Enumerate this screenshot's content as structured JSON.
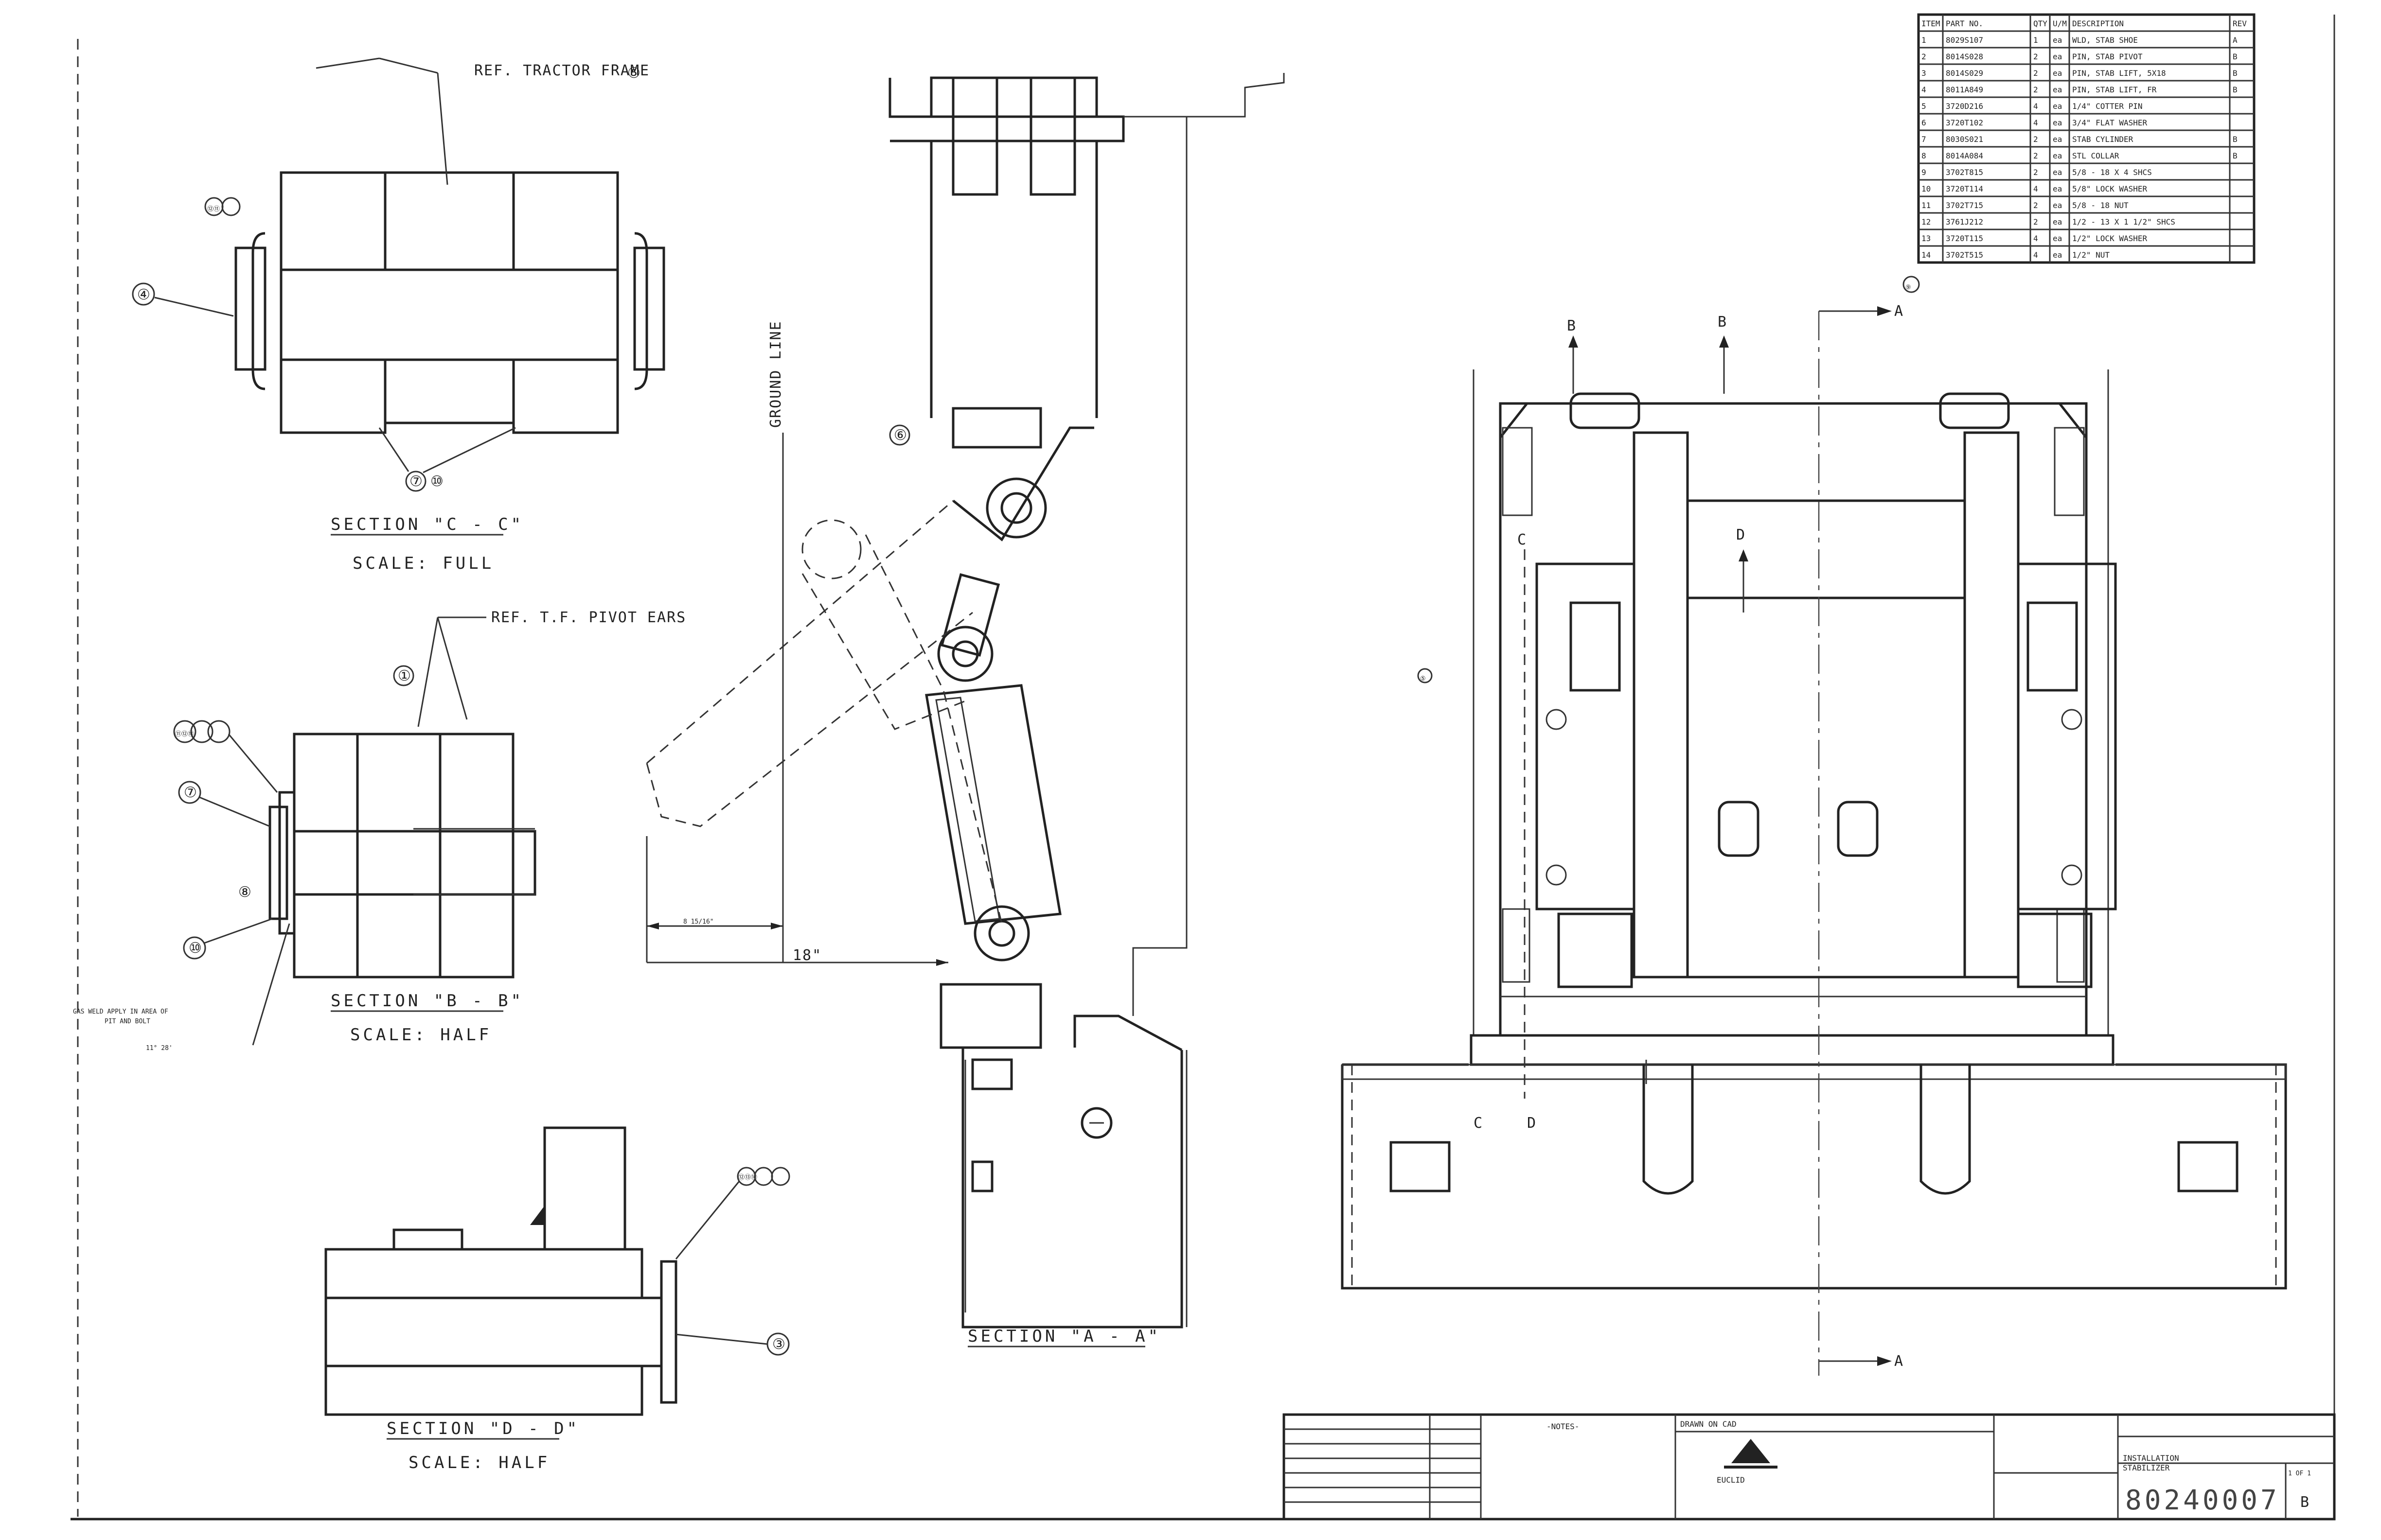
{
  "sections": {
    "c": {
      "title": "SECTION \"C - C\"",
      "scale": "SCALE: FULL",
      "ref": "REF. TRACTOR FRAME",
      "callouts": [
        "⑫⑪",
        "④",
        "⑦",
        "⑩",
        "⑤"
      ]
    },
    "b": {
      "title": "SECTION \"B - B\"",
      "scale": "SCALE: HALF",
      "ref": "REF. T.F. PIVOT EARS",
      "callouts": [
        "⑪⑫⑬",
        "⑦",
        "⑧",
        "⑩",
        "①"
      ],
      "note_1": "GAS WELD APPLY IN AREA OF",
      "note_2": "PIT AND BOLT",
      "dim": "11° 28'"
    },
    "d": {
      "title": "SECTION \"D - D\"",
      "scale": "SCALE: HALF",
      "callouts": [
        "⑫⑬⑭",
        "③"
      ]
    },
    "a": {
      "title": "SECTION \"A - A\"",
      "ground_line": "GROUND LINE",
      "dim_1": "8 15/16\"",
      "dim_2": "18\"",
      "callout": "⑥"
    }
  },
  "plan_view": {
    "markers": [
      "B",
      "B",
      "A",
      "A",
      "C",
      "C",
      "D",
      "D"
    ],
    "callouts": [
      "⑤",
      "⑨"
    ]
  },
  "parts_list": {
    "headers": [
      "ITEM",
      "PART NO.",
      "QTY",
      "U/M",
      "DESCRIPTION",
      "REV"
    ],
    "rows": [
      [
        "1",
        "8029S107",
        "1",
        "ea",
        "WLD, STAB SHOE",
        "A"
      ],
      [
        "2",
        "8014S028",
        "2",
        "ea",
        "PIN, STAB PIVOT",
        "B"
      ],
      [
        "3",
        "8014S029",
        "2",
        "ea",
        "PIN, STAB LIFT, 5X18",
        "B"
      ],
      [
        "4",
        "8011A849",
        "2",
        "ea",
        "PIN, STAB LIFT, FR",
        "B"
      ],
      [
        "5",
        "3720D216",
        "4",
        "ea",
        "1/4\" COTTER PIN",
        ""
      ],
      [
        "6",
        "3720T102",
        "4",
        "ea",
        "3/4\" FLAT WASHER",
        ""
      ],
      [
        "7",
        "8030S021",
        "2",
        "ea",
        "STAB CYLINDER",
        "B"
      ],
      [
        "8",
        "8014A084",
        "2",
        "ea",
        "STL COLLAR",
        "B"
      ],
      [
        "9",
        "3702T815",
        "2",
        "ea",
        "5/8 - 18 X 4 SHCS",
        ""
      ],
      [
        "10",
        "3720T114",
        "4",
        "ea",
        "5/8\" LOCK WASHER",
        ""
      ],
      [
        "11",
        "3702T715",
        "2",
        "ea",
        "5/8 - 18 NUT",
        ""
      ],
      [
        "12",
        "3761J212",
        "2",
        "ea",
        "1/2 - 13 X 1 1/2\" SHCS",
        ""
      ],
      [
        "13",
        "3720T115",
        "4",
        "ea",
        "1/2\" LOCK WASHER",
        ""
      ],
      [
        "14",
        "3702T515",
        "4",
        "ea",
        "1/2\" NUT",
        ""
      ]
    ]
  },
  "title_block": {
    "notes_label": "-NOTES-",
    "drawn_label": "DRAWN ON CAD",
    "company": "EUCLID",
    "title_1": "INSTALLATION",
    "title_2": "STABILIZER",
    "dwg_no": "80240007",
    "rev": "B",
    "sheet": "1 OF 1"
  }
}
